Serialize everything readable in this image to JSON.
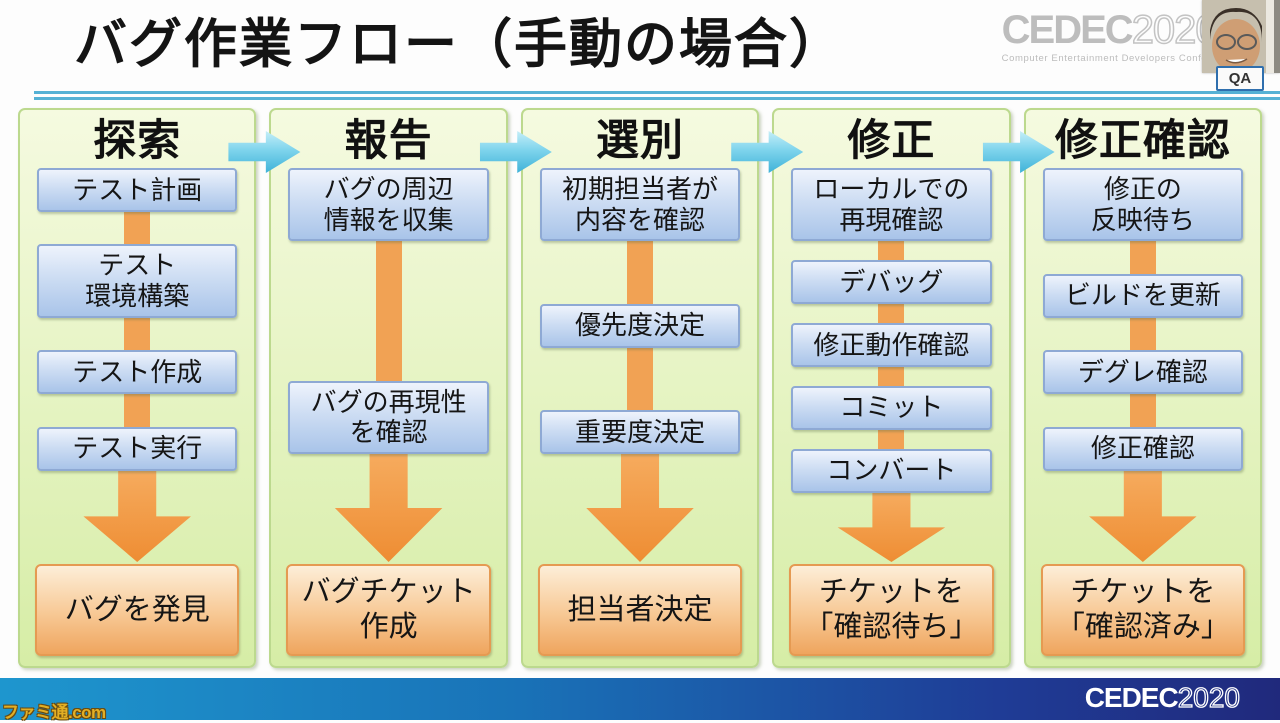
{
  "slide": {
    "title": "バグ作業フロー（手動の場合）",
    "header_brand": {
      "logo_name": "CEDEC",
      "logo_year": "2020",
      "logo_subtitle": "Computer Entertainment Developers Conference",
      "webcam_label": "QA"
    },
    "columns": [
      {
        "header": "探索",
        "steps": [
          "テスト計画",
          "テスト\n環境構築",
          "テスト作成",
          "テスト実行"
        ],
        "result": "バグを発見"
      },
      {
        "header": "報告",
        "steps": [
          "バグの周辺\n情報を収集",
          "バグの再現性\nを確認"
        ],
        "result": "バグチケット\n作成"
      },
      {
        "header": "選別",
        "steps": [
          "初期担当者が\n内容を確認",
          "優先度決定",
          "重要度決定"
        ],
        "result": "担当者決定"
      },
      {
        "header": "修正",
        "steps": [
          "ローカルでの\n再現確認",
          "デバッグ",
          "修正動作確認",
          "コミット",
          "コンバート"
        ],
        "result": "チケットを\n「確認待ち」"
      },
      {
        "header": "修正確認",
        "steps": [
          "修正の\n反映待ち",
          "ビルドを更新",
          "デグレ確認",
          "修正確認"
        ],
        "result": "チケットを\n「確認済み」"
      }
    ],
    "footer": {
      "logo_name": "CEDEC",
      "logo_year": "2020",
      "watermark": "ファミ通.com"
    },
    "colors": {
      "panel_green_top": "#f5fae0",
      "panel_green_bottom": "#d6eda6",
      "panel_border": "#bcd98e",
      "step_blue_top": "#eef3fc",
      "step_blue_bottom": "#a9c4e9",
      "step_border": "#8ea9d4",
      "result_orange_top": "#fdeed8",
      "result_orange_bottom": "#efa55e",
      "result_border": "#e59a52",
      "arrow_orange": "#ee8d33",
      "arrow_cyan": "#7fd4ec",
      "underline_cyan": "#55b1d5",
      "footer_blue_left": "#1e96ce",
      "footer_blue_right": "#20297c",
      "watermark_gold": "#e2af25"
    }
  }
}
